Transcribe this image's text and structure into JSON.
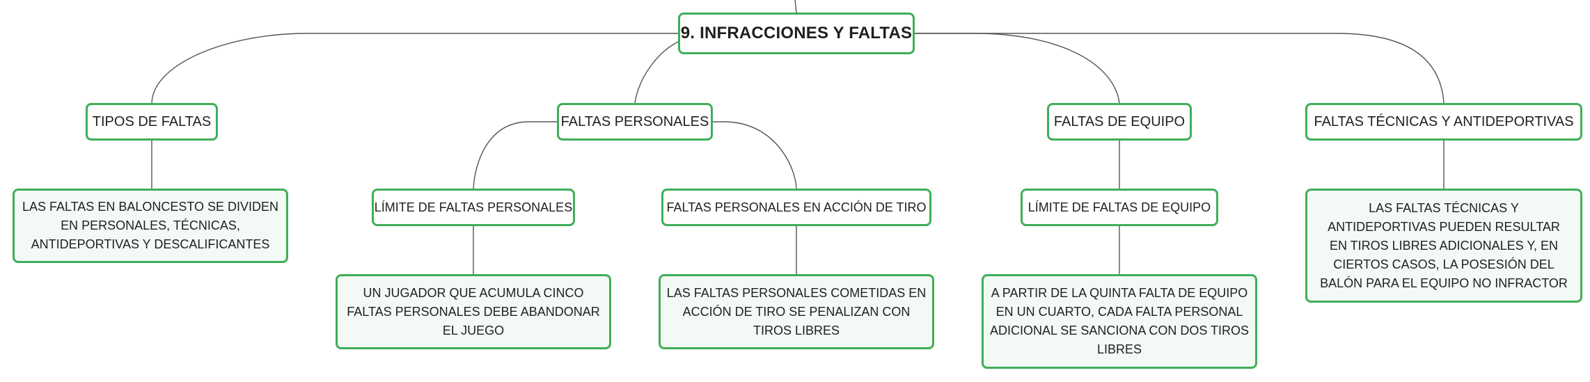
{
  "root": {
    "label": "9. INFRACCIONES Y FALTAS"
  },
  "branches": [
    {
      "label": "TIPOS DE FALTAS",
      "detail": "LAS FALTAS EN BALONCESTO SE DIVIDEN EN PERSONALES, TÉCNICAS, ANTIDEPORTIVAS Y DESCALIFICANTES"
    },
    {
      "label": "FALTAS PERSONALES",
      "children": [
        {
          "label": "LÍMITE DE FALTAS PERSONALES",
          "detail": "UN JUGADOR QUE ACUMULA CINCO FALTAS PERSONALES DEBE ABANDONAR EL JUEGO"
        },
        {
          "label": "FALTAS PERSONALES EN ACCIÓN DE TIRO",
          "detail": "LAS FALTAS PERSONALES COMETIDAS EN ACCIÓN DE TIRO SE PENALIZAN CON TIROS LIBRES"
        }
      ]
    },
    {
      "label": "FALTAS DE EQUIPO",
      "children": [
        {
          "label": "LÍMITE DE FALTAS DE EQUIPO",
          "detail": "A PARTIR DE LA QUINTA FALTA DE EQUIPO EN UN CUARTO, CADA FALTA PERSONAL ADICIONAL SE SANCIONA CON DOS TIROS LIBRES"
        }
      ]
    },
    {
      "label": "FALTAS TÉCNICAS Y ANTIDEPORTIVAS",
      "detail": "LAS FALTAS TÉCNICAS Y ANTIDEPORTIVAS PUEDEN RESULTAR EN TIROS LIBRES ADICIONALES Y, EN CIERTOS CASOS, LA POSESIÓN DEL BALÓN PARA EL EQUIPO NO INFRACTOR"
    }
  ],
  "colors": {
    "border": "#3fae58",
    "fill": "#f3f9f4",
    "connector": "#555555",
    "text": "#1f1f1f"
  }
}
